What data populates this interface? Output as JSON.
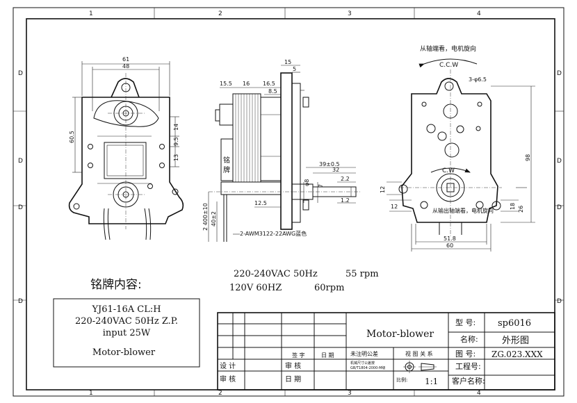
{
  "border": {
    "top_zones": [
      "1",
      "2",
      "3",
      "4"
    ],
    "bottom_zones": [
      "1",
      "2",
      "3",
      "4"
    ],
    "left_zones": [
      "D",
      "D",
      "D",
      "D"
    ],
    "right_zones": [
      "D",
      "D",
      "D",
      "D"
    ]
  },
  "front_view": {
    "dim_61": "61",
    "dim_48": "48",
    "dim_60_5": "60.5",
    "dim_14": "14",
    "dim_9_5": "9.5",
    "dim_13": "13"
  },
  "side_view": {
    "dim_15_top": "15",
    "dim_5": "5",
    "dim_15_5": "15.5",
    "dim_16": "16",
    "dim_16_5": "16.5",
    "dim_8_5": "8.5",
    "label_plate": "铭牌",
    "dim_39": "39±0.5",
    "dim_32": "32",
    "dim_phi8": "φ8",
    "dim_7": "7",
    "dim_2_2": "2.2",
    "dim_1_2": "1.2",
    "dim_12_5": "12.5",
    "dim_400": "2 400±10",
    "dim_40": "40±2",
    "wire_note": "2-AWM3122-22AWG蓝色"
  },
  "rear_view": {
    "rotation_note_top": "从轴端看，电机旋向",
    "ccw": "C.C.W",
    "hole_note": "3-φ6.5",
    "cw": "C.W",
    "rotation_note_bottom": "从输出轴端看，电机旋向",
    "dim_98": "98",
    "dim_12_left": "12",
    "dim_12_lower": "12",
    "dim_18": "18",
    "dim_26": "26",
    "dim_51_8": "51.8",
    "dim_60": "60"
  },
  "specs": {
    "line1_voltage": "220-240VAC 50Hz",
    "line1_rpm": "55 rpm",
    "line2_voltage": "120V 60HZ",
    "line2_rpm": "60rpm"
  },
  "nameplate": {
    "heading": "铭牌内容:",
    "line1": "YJ61-16A CL:H",
    "line2": "220-240VAC 50Hz Z.P.",
    "line3": "input 25W",
    "line4": "Motor-blower"
  },
  "title_block": {
    "product_name": "Motor-blower",
    "label_model": "型 号:",
    "model": "sp6016",
    "label_name": "名称:",
    "name": "外形图",
    "label_drawing_no": "图 号:",
    "drawing_no": "ZG.023.XXX",
    "label_project_no": "工程号:",
    "label_customer": "客户名称:",
    "label_sign": "签 字",
    "label_date": "日 期",
    "label_design": "设 计",
    "label_review_1": "审 核",
    "label_check": "审 核",
    "label_date_2": "日 期",
    "label_tolerance": "未注明公差",
    "tolerance_note_1": "机械尺寸公差按",
    "tolerance_note_2": "GB/T1804-2000-M级",
    "label_projection": "视 图 关 系",
    "label_scale": "比例:",
    "scale": "1:1"
  }
}
